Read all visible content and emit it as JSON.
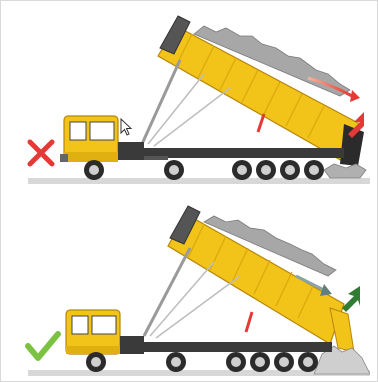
{
  "scenes": [
    {
      "id": "incorrect",
      "verdict": "incorrect",
      "verdict_icon": "cross-icon",
      "verdict_color": "#e53935"
    },
    {
      "id": "correct",
      "verdict": "correct",
      "verdict_icon": "check-icon",
      "verdict_color": "#7cc242"
    }
  ],
  "colors": {
    "truck_yellow": "#f2c318",
    "truck_yellow_dark": "#c99a0a",
    "chassis": "#3a3a3a",
    "tyre": "#2b2b2b",
    "rim": "#cfcfcf",
    "ground": "#d8d8d8",
    "load": "#9e9e9e",
    "arrow_red": "#e53935",
    "arrow_gradient_start": "#f2b49b",
    "arrow_green": "#2e7d32",
    "arrow_gray": "#8aa4a6"
  }
}
